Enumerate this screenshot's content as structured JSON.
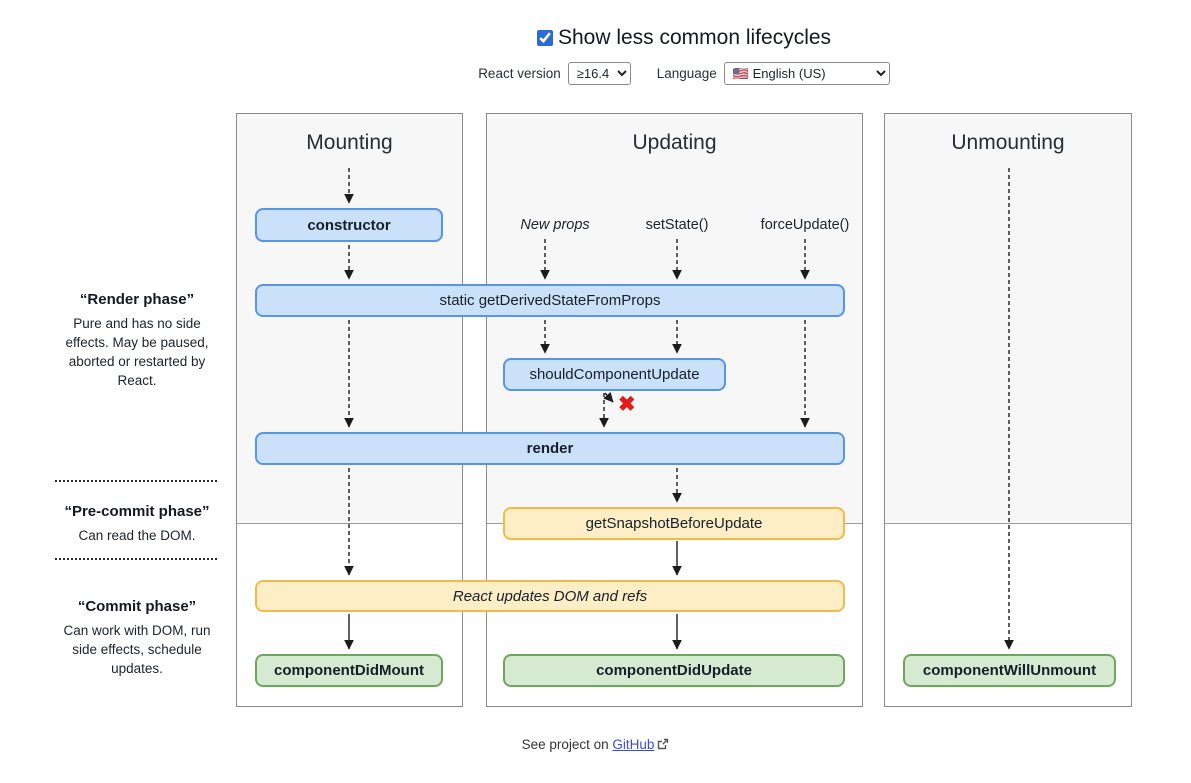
{
  "header": {
    "checkbox_checked": true,
    "show_lifecycles_label": "Show less common lifecycles",
    "react_version_label": "React version",
    "react_version_value": "≥16.4",
    "language_label": "Language",
    "language_value": "🇺🇸 English (US)"
  },
  "columns": [
    {
      "title": "Mounting"
    },
    {
      "title": "Updating"
    },
    {
      "title": "Unmounting"
    }
  ],
  "update_triggers": [
    {
      "label": "New props"
    },
    {
      "label": "setState()"
    },
    {
      "label": "forceUpdate()"
    }
  ],
  "lifecycle_boxes": [
    {
      "id": "constructor",
      "label": "constructor",
      "color": "blue"
    },
    {
      "id": "get-derived-state-from-props",
      "label": "static getDerivedStateFromProps",
      "color": "blue"
    },
    {
      "id": "should-component-update",
      "label": "shouldComponentUpdate",
      "color": "blue"
    },
    {
      "id": "render",
      "label": "render",
      "color": "blue"
    },
    {
      "id": "get-snapshot-before-update",
      "label": "getSnapshotBeforeUpdate",
      "color": "yellow"
    },
    {
      "id": "react-updates-dom",
      "label": "React updates DOM and refs",
      "color": "yellow"
    },
    {
      "id": "component-did-mount",
      "label": "componentDidMount",
      "color": "green"
    },
    {
      "id": "component-did-update",
      "label": "componentDidUpdate",
      "color": "green"
    },
    {
      "id": "component-will-unmount",
      "label": "componentWillUnmount",
      "color": "green"
    }
  ],
  "stop_icon": "✖",
  "phases": [
    {
      "title": "“Render phase”",
      "description": "Pure and has no side effects. May be paused, aborted or restarted by React."
    },
    {
      "title": "“Pre-commit phase”",
      "description": "Can read the DOM."
    },
    {
      "title": "“Commit phase”",
      "description": "Can work with DOM, run side effects, schedule updates."
    }
  ],
  "footer": {
    "prefix": "See project on",
    "link_label": "GitHub"
  },
  "colors": {
    "blue_fill": "#cbe1f9",
    "blue_border": "#5795e6",
    "yellow_fill": "#fdeec6",
    "yellow_border": "#f0bb4b",
    "green_fill": "#d6e9d1",
    "green_border": "#6ca75c",
    "column_bg": "#f7f7f7",
    "column_border": "#8b8b8b",
    "stop_icon_red": "#e41c1c",
    "link_blue": "#3b4bdb",
    "checkbox_blue": "#2a6ad9"
  }
}
